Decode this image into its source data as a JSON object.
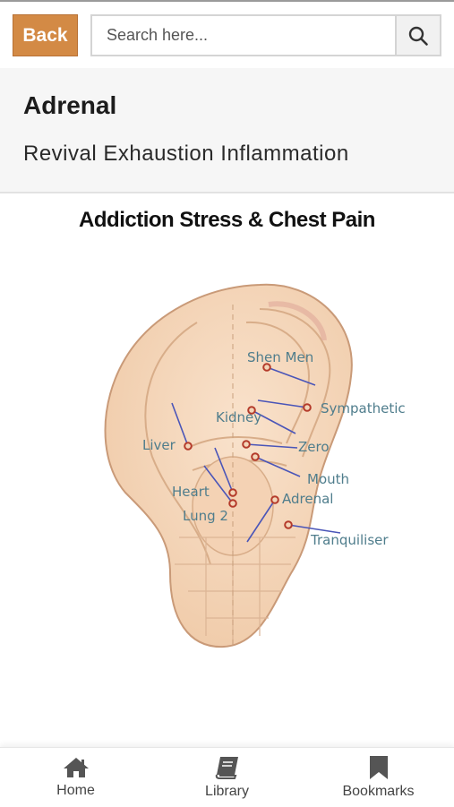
{
  "topbar": {
    "back_label": "Back",
    "search_placeholder": "Search here..."
  },
  "header": {
    "title": "Adrenal",
    "subtitle": "Revival Exhaustion Inflammation"
  },
  "section": {
    "title": "Addiction Stress & Chest Pain"
  },
  "diagram": {
    "points": [
      {
        "label": "Shen Men"
      },
      {
        "label": "Sympathetic"
      },
      {
        "label": "Kidney"
      },
      {
        "label": "Liver"
      },
      {
        "label": "Zero"
      },
      {
        "label": "Mouth"
      },
      {
        "label": "Heart"
      },
      {
        "label": "Adrenal"
      },
      {
        "label": "Lung 2"
      },
      {
        "label": "Tranquiliser"
      }
    ]
  },
  "nav": {
    "items": [
      {
        "label": "Home",
        "icon": "home-icon"
      },
      {
        "label": "Library",
        "icon": "book-icon"
      },
      {
        "label": "Bookmarks",
        "icon": "bookmark-icon"
      }
    ]
  },
  "colors": {
    "accent": "#d38a45",
    "label": "#4f7d8c"
  }
}
